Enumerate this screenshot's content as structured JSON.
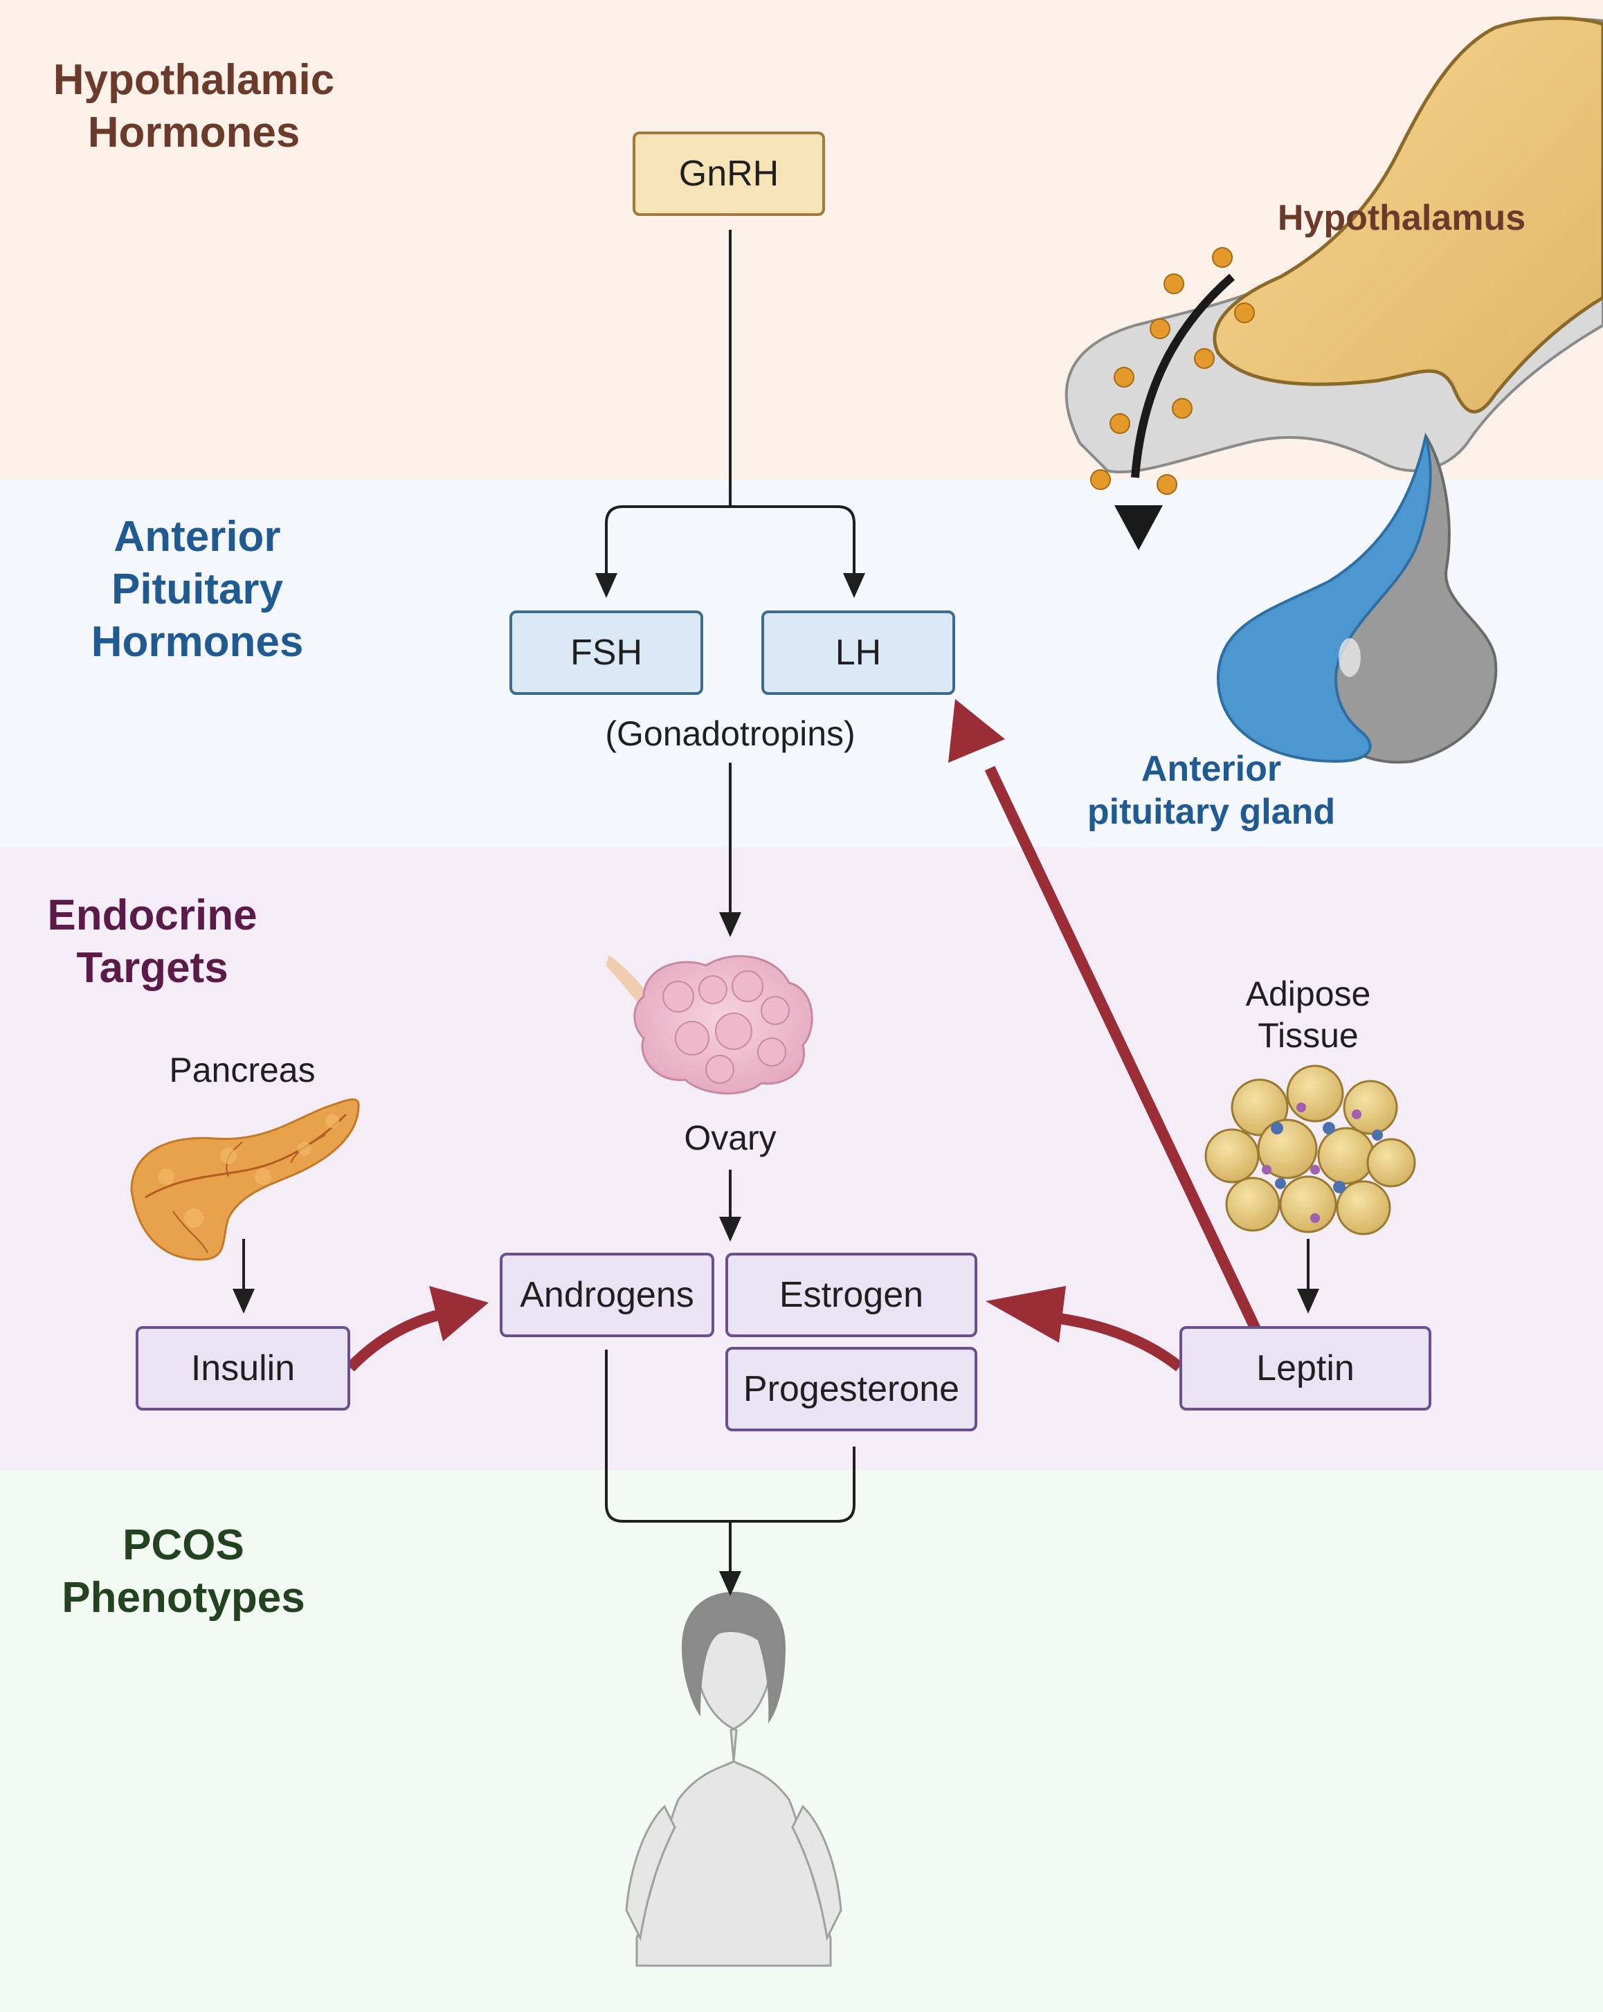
{
  "sections": {
    "hypothalamic": "Hypothalamic\nHormones",
    "anterior": "Anterior\nPituitary\nHormones",
    "endocrine": "Endocrine\nTargets",
    "pcos": "PCOS\nPhenotypes"
  },
  "nodes": {
    "gnrh": "GnRH",
    "fsh": "FSH",
    "lh": "LH",
    "gonadotropins": "(Gonadotropins)",
    "insulin": "Insulin",
    "androgens": "Androgens",
    "estrogen": "Estrogen",
    "progesterone": "Progesterone",
    "leptin": "Leptin"
  },
  "organs": {
    "hypothalamus": "Hypothalamus",
    "anterior_pituitary": "Anterior\npituitary gland",
    "pancreas": "Pancreas",
    "ovary": "Ovary",
    "adipose": "Adipose\nTissue"
  },
  "colors": {
    "hypothalamic_title": "#6b3a2a",
    "anterior_title": "#1f5a93",
    "endocrine_title": "#5b1b49",
    "pcos_title": "#23421f",
    "feedback_arrow": "#9b2d36"
  }
}
